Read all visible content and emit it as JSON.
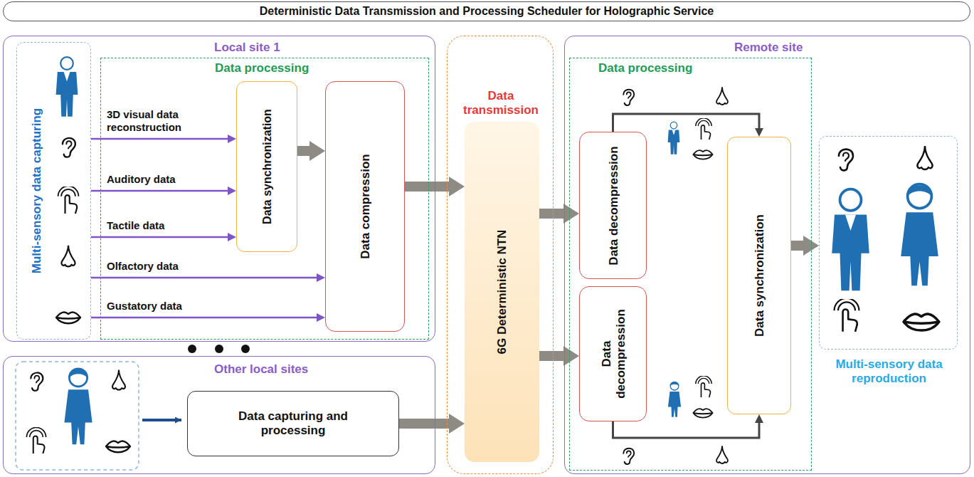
{
  "diagram": {
    "nodes": [
      {
        "text": [
          "Deterministic Data Transmission and Processing Scheduler for Holographic Service"
        ]
      },
      {
        "text": [
          "Local site 1"
        ]
      },
      {
        "text": [
          "Multi-sensory data capturing"
        ],
        "in": 1
      },
      {
        "text": [
          "Data processing"
        ],
        "in": 1
      },
      {
        "text": [
          "Data synchronization"
        ],
        "in": 3
      },
      {
        "text": [
          "Data compression"
        ],
        "in": 3
      },
      {
        "text": [
          "Data transmission"
        ]
      },
      {
        "text": [
          "6G Deterministic NTN"
        ],
        "in": 6
      },
      {
        "text": [
          "Remote site"
        ]
      },
      {
        "text": [
          "Data processing"
        ],
        "in": 8
      },
      {
        "text": [
          "Data decompression"
        ],
        "in": 9
      },
      {
        "text": [
          "Data decompression"
        ],
        "in": 9
      },
      {
        "text": [
          "Data synchronization"
        ],
        "in": 9
      },
      {
        "text": [
          "Multi-sensory data reproduction"
        ],
        "in": 8
      },
      {
        "text": [
          "Other local sites"
        ]
      },
      {
        "text": [
          "Data capturing and processing"
        ],
        "in": 14
      }
    ],
    "edges": [
      {
        "from": 0,
        "to": 1,
        "arrow": "to"
      },
      {
        "from": 0,
        "to": 6,
        "arrow": "to"
      },
      {
        "from": 0,
        "to": 8,
        "arrow": "to"
      },
      {
        "from": 2,
        "to": 4,
        "label": "3D visual data reconstruction",
        "arrow": "to"
      },
      {
        "from": 2,
        "to": 4,
        "label": "Auditory data",
        "arrow": "to"
      },
      {
        "from": 2,
        "to": 4,
        "label": "Tactile data",
        "arrow": "to"
      },
      {
        "from": 2,
        "to": 5,
        "label": "Olfactory data",
        "arrow": "to"
      },
      {
        "from": 2,
        "to": 5,
        "label": "Gustatory data",
        "arrow": "to"
      },
      {
        "from": 4,
        "to": 5,
        "arrow": "to"
      },
      {
        "from": 5,
        "to": 7,
        "arrow": "to"
      },
      {
        "from": 15,
        "to": 7,
        "arrow": "to"
      },
      {
        "from": 7,
        "to": 10,
        "arrow": "to"
      },
      {
        "from": 7,
        "to": 11,
        "arrow": "to"
      },
      {
        "from": 10,
        "to": 12,
        "arrow": "to"
      },
      {
        "from": 11,
        "to": 12,
        "arrow": "to"
      },
      {
        "from": 12,
        "to": 13,
        "arrow": "to"
      }
    ]
  }
}
